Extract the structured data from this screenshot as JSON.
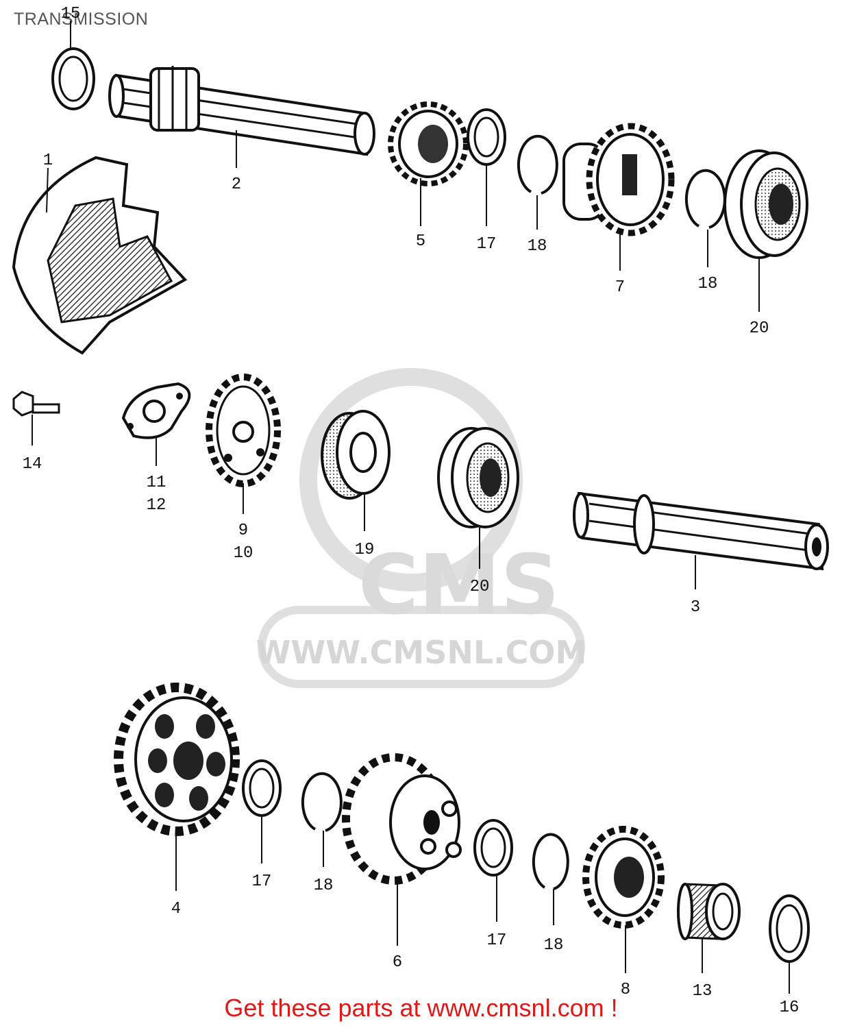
{
  "header": {
    "title": "TRANSMISSION"
  },
  "watermark": {
    "brand": "CMS",
    "site": "WWW.CMSNL.COM"
  },
  "callouts": [
    "15",
    "2",
    "1",
    "5",
    "17",
    "18",
    "7",
    "18",
    "20",
    "14",
    "11",
    "12",
    "9",
    "10",
    "19",
    "20",
    "3",
    "4",
    "17",
    "18",
    "6",
    "17",
    "18",
    "8",
    "13",
    "16"
  ],
  "footer": {
    "link_text": "Get these parts at www.cmsnl.com !"
  },
  "colors": {
    "ink": "#111111",
    "link": "#e01818",
    "watermark": "#d6d6d6",
    "title": "#555555"
  }
}
